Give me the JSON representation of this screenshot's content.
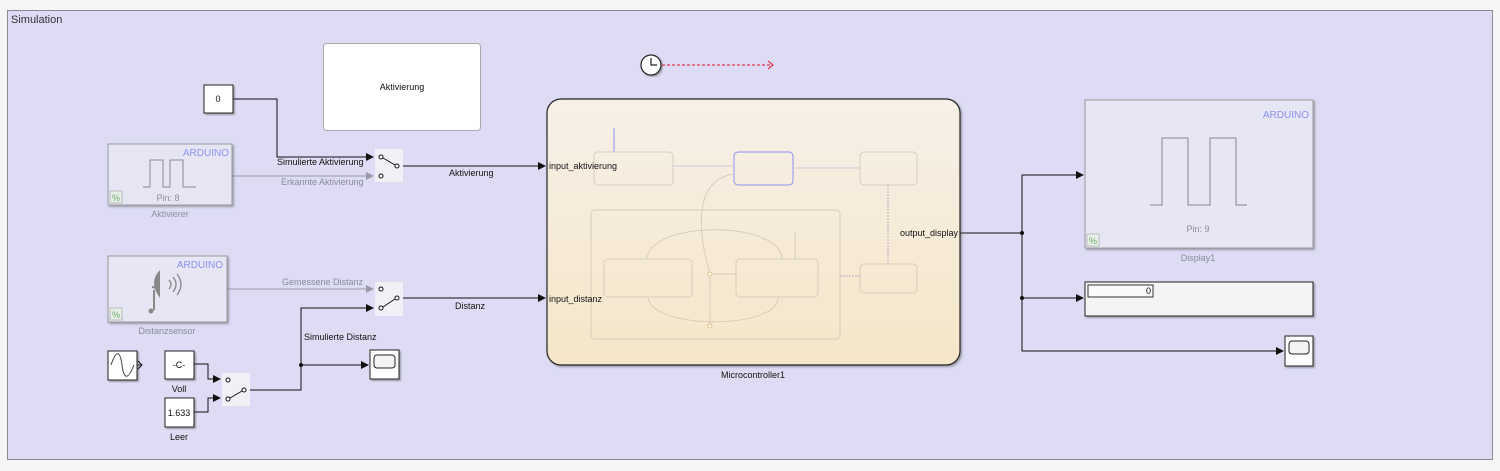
{
  "area": {
    "title": "Simulation"
  },
  "annotation": {
    "text": "Aktivierung"
  },
  "blocks": {
    "const_zero": {
      "value": "0"
    },
    "aktivierer": {
      "brand": "ARDUINO",
      "pin": "Pin: 8",
      "name": "Aktivierer"
    },
    "distanzsensor": {
      "brand": "ARDUINO",
      "name": "Distanzsensor"
    },
    "voll": {
      "value": "-C-",
      "name": "Voll"
    },
    "leer": {
      "value": "1.633",
      "name": "Leer"
    },
    "chart": {
      "name": "Microcontroller1",
      "inputs": [
        "input_aktivierung",
        "input_distanz"
      ],
      "output": "output_display"
    },
    "display1": {
      "brand": "ARDUINO",
      "pin": "Pin: 9",
      "name": "Display1"
    },
    "numeric_display": {
      "value": "0"
    }
  },
  "signals": {
    "simulierte_aktivierung": "Simulierte Aktivierung",
    "erkannte_aktivierung": "Erkannte Aktivierung",
    "aktivierung": "Aktivierung",
    "gemessene_distanz": "Gemessene Distanz",
    "simulierte_distanz": "Simulierte Distanz",
    "distanz": "Distanz"
  },
  "colors": {
    "canvas": "#dddcf4",
    "chart_fill": "#f5ecdc",
    "arduino_text": "#8d8ff0",
    "clock_signal": "#e0102a"
  }
}
